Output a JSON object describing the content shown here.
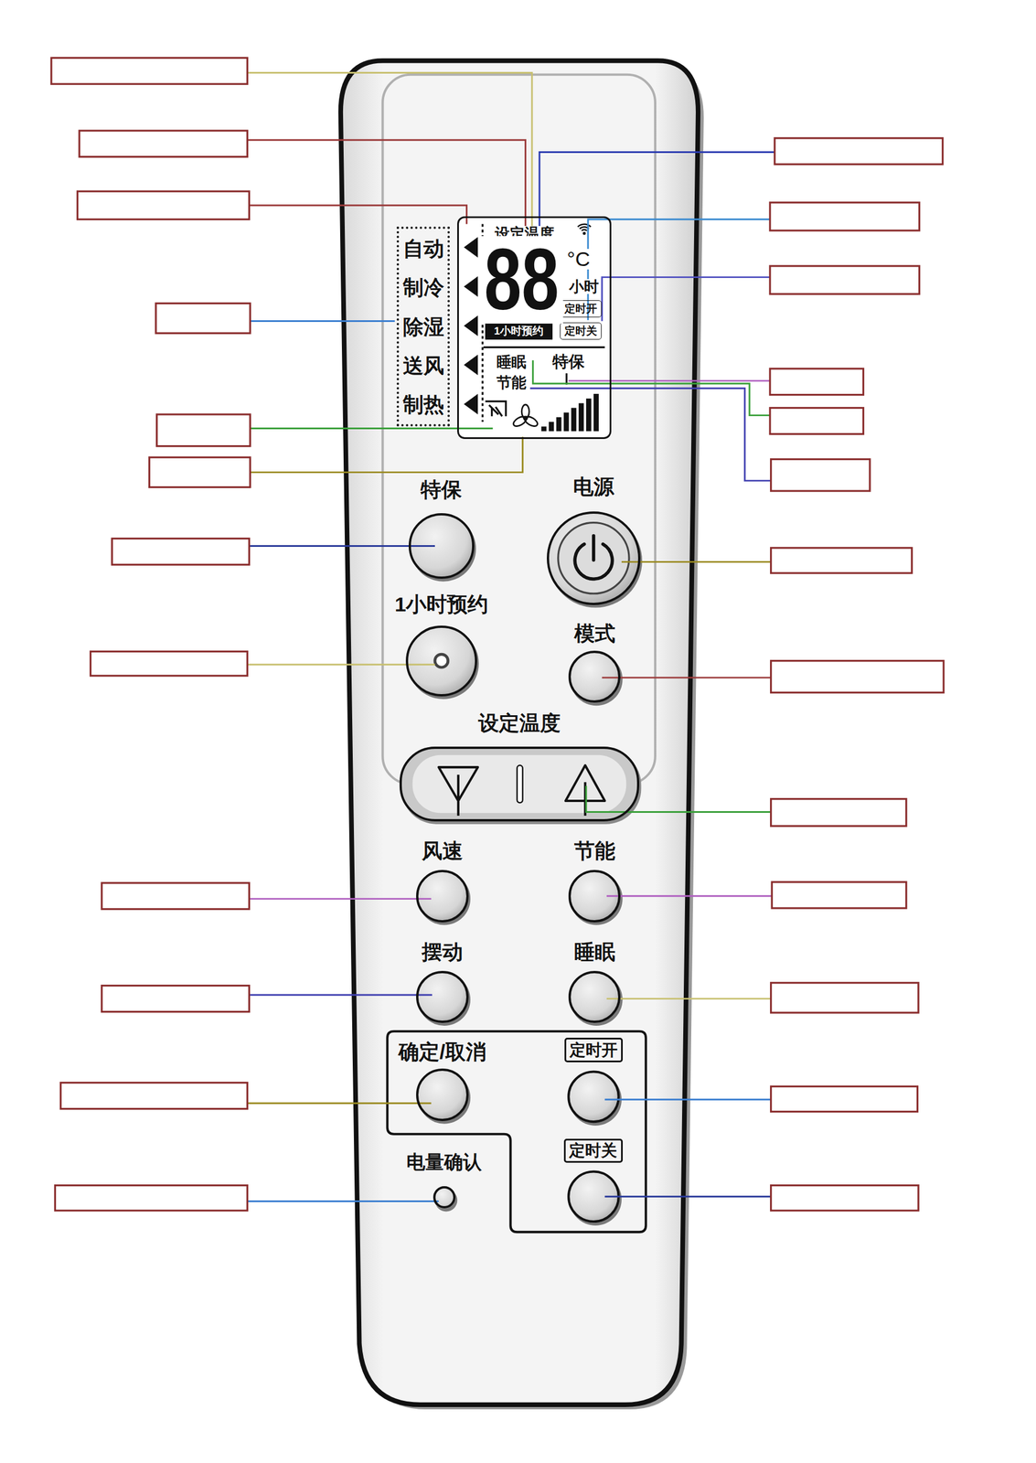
{
  "diagram": {
    "nodes": [
      {
        "text": [
          "自动",
          "制冷",
          "除湿",
          "送风",
          "制热"
        ]
      },
      {
        "text": [
          "设定温度",
          "88",
          "°C",
          "小时",
          "睡眠",
          "节能",
          "特保"
        ]
      },
      {
        "text": [
          "定时开"
        ],
        "in": 1
      },
      {
        "text": [
          "1小时预约"
        ],
        "in": 1
      },
      {
        "text": [
          "定时关"
        ],
        "in": 1
      },
      {
        "text": [
          "特保"
        ]
      },
      {
        "text": [
          "电源"
        ]
      },
      {
        "text": [
          "1小时预约"
        ]
      },
      {
        "text": [
          "模式"
        ]
      },
      {
        "text": [
          "设定温度"
        ]
      },
      {
        "text": [
          "风速"
        ]
      },
      {
        "text": [
          "节能"
        ]
      },
      {
        "text": [
          "摆动"
        ]
      },
      {
        "text": [
          "睡眠"
        ]
      },
      {
        "text": [
          "确定/取消"
        ]
      },
      {
        "text": [
          "定时开"
        ]
      },
      {
        "text": [
          "定时关"
        ]
      },
      {
        "text": [
          "电量确认"
        ]
      }
    ]
  }
}
